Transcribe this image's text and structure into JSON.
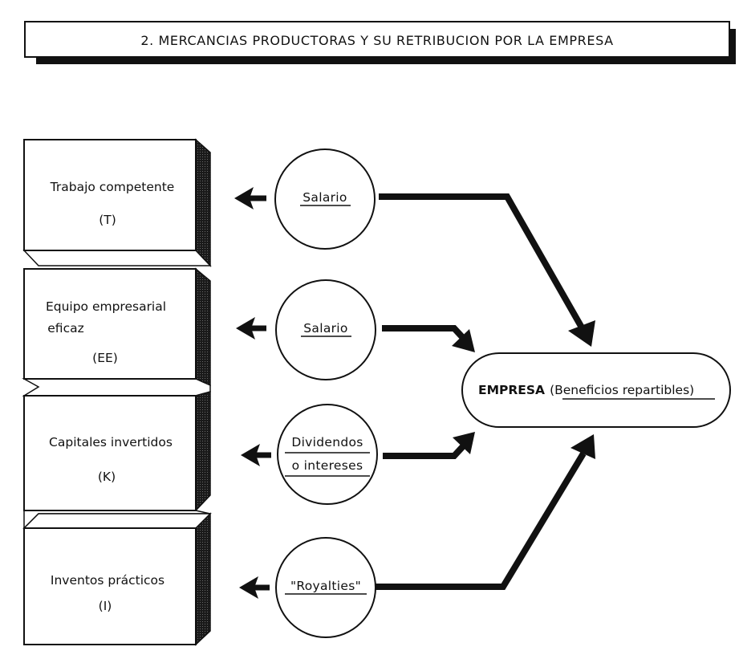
{
  "title": "2. MERCANCIAS PRODUCTORAS Y SU RETRIBUCION POR LA EMPRESA",
  "boxes": [
    {
      "line1": "Trabajo competente",
      "line2": "",
      "code": "(T)"
    },
    {
      "line1": "Equipo empresarial",
      "line2": "eficaz",
      "code": "(EE)"
    },
    {
      "line1": "Capitales invertidos",
      "line2": "",
      "code": "(K)"
    },
    {
      "line1": "Inventos prácticos",
      "line2": "",
      "code": "(I)"
    }
  ],
  "circles": [
    {
      "line1": "Salario",
      "line2": ""
    },
    {
      "line1": "Salario",
      "line2": ""
    },
    {
      "line1": "Dividendos",
      "line2": "o intereses"
    },
    {
      "line1": "\"Royalties\"",
      "line2": ""
    }
  ],
  "empresa": {
    "name": "EMPRESA",
    "paren_open": "(",
    "detail": "Beneficios repartibles",
    "paren_close": ")"
  }
}
